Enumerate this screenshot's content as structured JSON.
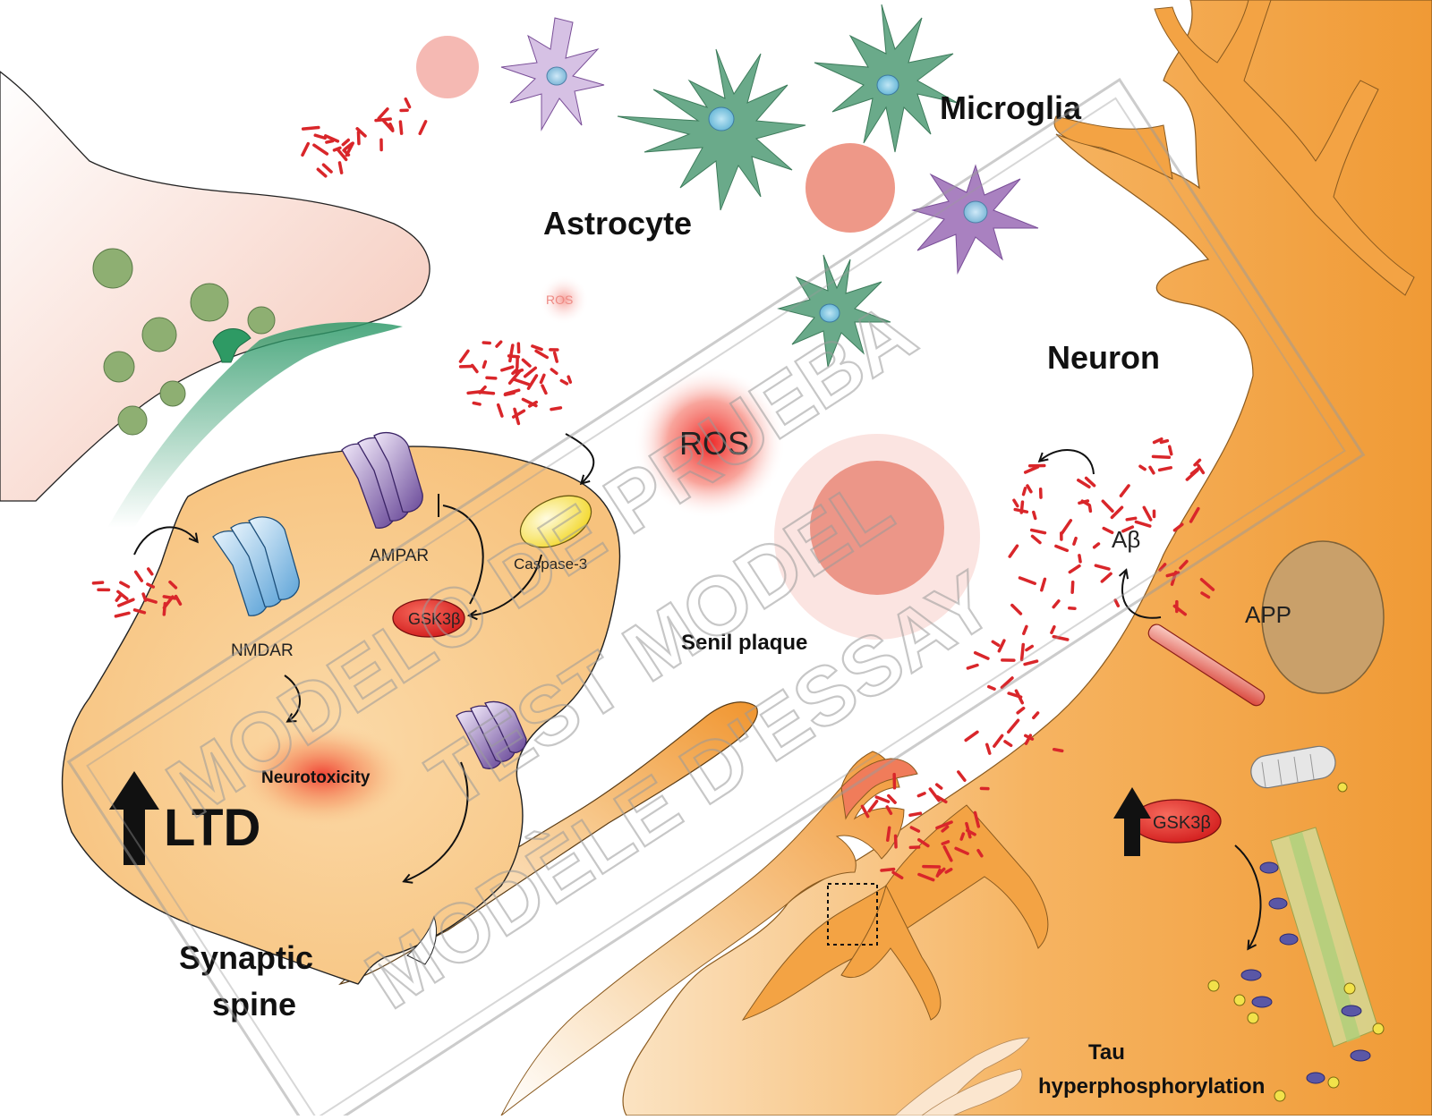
{
  "labels": {
    "microglia": "Microglia",
    "astrocyte": "Astrocyte",
    "neuron": "Neuron",
    "ros_small": "ROS",
    "ros_big": "ROS",
    "nmdar": "NMDAR",
    "ampar": "AMPAR",
    "caspase": "Caspase-3",
    "gsk_spine": "GSK3β",
    "gsk_neuron": "GSK3β",
    "neurotoxicity": "Neurotoxicity",
    "ltd": "LTD",
    "synaptic_line1": "Synaptic",
    "synaptic_line2": "spine",
    "senil_plaque": "Senil plaque",
    "abeta": "Aβ",
    "app": "APP",
    "tau_line1": "Tau",
    "tau_line2": "hyperphosphorylation"
  },
  "watermark": {
    "line1": "MODELO DE PRUEBA",
    "line2": "TEST MODEL",
    "line3": "MODÈLE D'ESSAY"
  },
  "colors": {
    "neuron_orange": "#f3a344",
    "spine_fill": "#f9d8a4",
    "presynaptic": "#f6d2c4",
    "astrocyte_green": "#6aaa8a",
    "microglia_purple": "#a981c0",
    "amyloid_red": "#d9262a",
    "nmdar_blue": "#8fc3e8",
    "ampar_purple": "#8e6fb3",
    "caspase_yellow": "#f6e35a",
    "vesicle_green": "#7f9d62"
  }
}
